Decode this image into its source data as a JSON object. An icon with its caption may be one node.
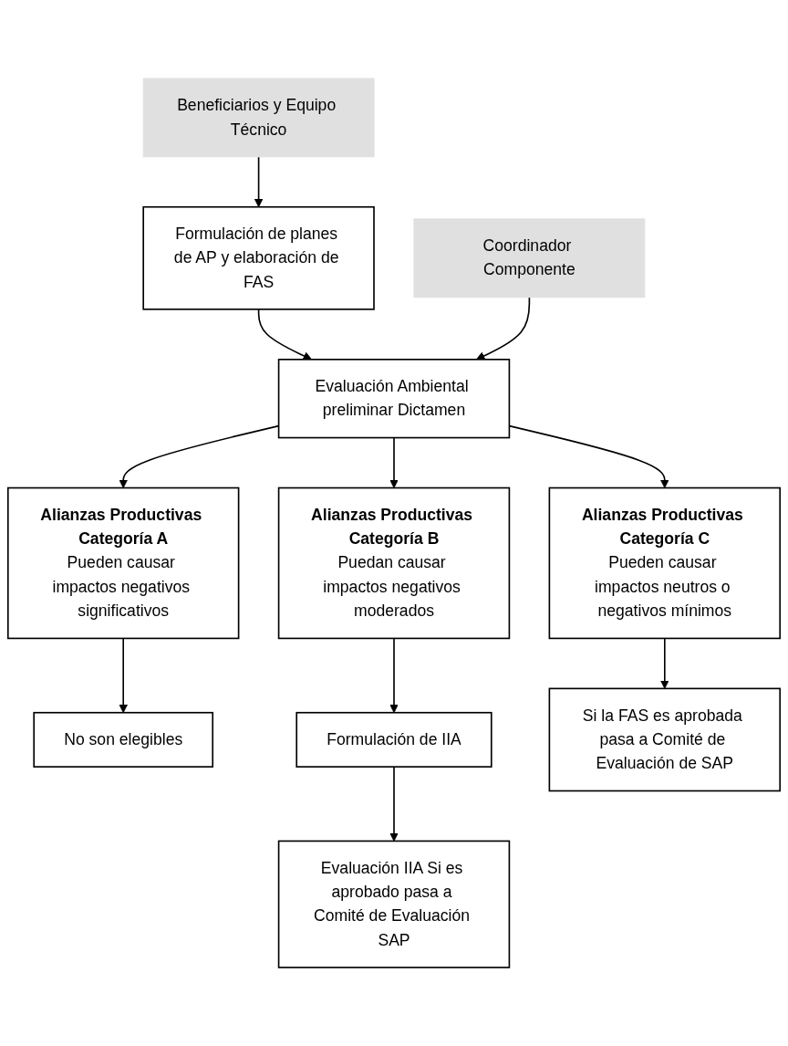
{
  "diagram": {
    "nodes": [
      {
        "text": [
          "Formulación de planes de AP y elaboración de FAS"
        ]
      },
      {
        "text": [
          "Beneficiarios y Equipo Técnico"
        ]
      },
      {
        "text": [
          "Evaluación Ambiental preliminar Dictamen"
        ]
      },
      {
        "text": [
          "Coordinador Componente"
        ]
      },
      {
        "text": [
          "Alianzas Productivas Categoría A",
          "Pueden causar impactos negativos significativos"
        ]
      },
      {
        "text": [
          "Alianzas Productivas Categoría B",
          "Puedan causar impactos negativos moderados"
        ]
      },
      {
        "text": [
          "Alianzas Productivas Categoría C",
          "Pueden causar impactos neutros o negativos mínimos"
        ]
      },
      {
        "text": [
          "No son elegibles"
        ]
      },
      {
        "text": [
          "Formulación de IIA"
        ]
      },
      {
        "text": [
          "Si la FAS es aprobada pasa a Comité de Evaluación de SAP"
        ]
      },
      {
        "text": [
          "Evaluación IIA Si es aprobado pasa a Comité de Evaluación SAP"
        ]
      }
    ],
    "edges": [
      {
        "from": 1,
        "to": 0,
        "arrow": "to"
      },
      {
        "from": 0,
        "to": 2,
        "arrow": "to"
      },
      {
        "from": 3,
        "to": 2,
        "arrow": "to"
      },
      {
        "from": 2,
        "to": 4,
        "arrow": "to"
      },
      {
        "from": 2,
        "to": 5,
        "arrow": "to"
      },
      {
        "from": 2,
        "to": 6,
        "arrow": "to"
      },
      {
        "from": 4,
        "to": 7,
        "arrow": "to"
      },
      {
        "from": 5,
        "to": 8,
        "arrow": "to"
      },
      {
        "from": 6,
        "to": 9,
        "arrow": "to"
      },
      {
        "from": 8,
        "to": 10,
        "arrow": "to"
      }
    ]
  }
}
